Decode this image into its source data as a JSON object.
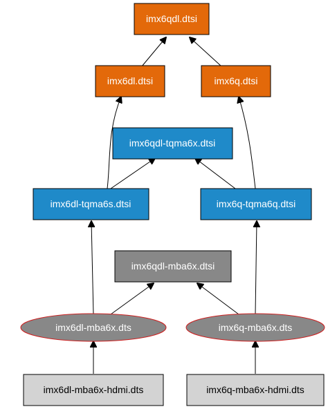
{
  "colors": {
    "orange": "#e3690a",
    "blue": "#1f8ac9",
    "dark_gray": "#888888",
    "light_gray": "#d3d3d3",
    "ellipse_fill": "#888888",
    "ellipse_border": "#cc1f1f",
    "edge": "#000000"
  },
  "nodes": {
    "imx6qdl_dtsi": "imx6qdl.dtsi",
    "imx6dl_dtsi": "imx6dl.dtsi",
    "imx6q_dtsi": "imx6q.dtsi",
    "imx6qdl_tqma6x_dtsi": "imx6qdl-tqma6x.dtsi",
    "imx6dl_tqma6s_dtsi": "imx6dl-tqma6s.dtsi",
    "imx6q_tqma6q_dtsi": "imx6q-tqma6q.dtsi",
    "imx6qdl_mba6x_dtsi": "imx6qdl-mba6x.dtsi",
    "imx6dl_mba6x_dts": "imx6dl-mba6x.dts",
    "imx6q_mba6x_dts": "imx6q-mba6x.dts",
    "imx6dl_mba6x_hdmi_dts": "imx6dl-mba6x-hdmi.dts",
    "imx6q_mba6x_hdmi_dts": "imx6q-mba6x-hdmi.dts"
  },
  "edges": [
    [
      "imx6dl_dtsi",
      "imx6qdl_dtsi"
    ],
    [
      "imx6q_dtsi",
      "imx6qdl_dtsi"
    ],
    [
      "imx6dl_tqma6s_dtsi",
      "imx6qdl_tqma6x_dtsi"
    ],
    [
      "imx6q_tqma6q_dtsi",
      "imx6qdl_tqma6x_dtsi"
    ],
    [
      "imx6dl_tqma6s_dtsi",
      "imx6dl_dtsi"
    ],
    [
      "imx6q_tqma6q_dtsi",
      "imx6q_dtsi"
    ],
    [
      "imx6dl_mba6x_dts",
      "imx6dl_tqma6s_dtsi"
    ],
    [
      "imx6q_mba6x_dts",
      "imx6q_tqma6q_dtsi"
    ],
    [
      "imx6dl_mba6x_dts",
      "imx6qdl_mba6x_dtsi"
    ],
    [
      "imx6q_mba6x_dts",
      "imx6qdl_mba6x_dtsi"
    ],
    [
      "imx6dl_mba6x_hdmi_dts",
      "imx6dl_mba6x_dts"
    ],
    [
      "imx6q_mba6x_hdmi_dts",
      "imx6q_mba6x_dts"
    ]
  ]
}
